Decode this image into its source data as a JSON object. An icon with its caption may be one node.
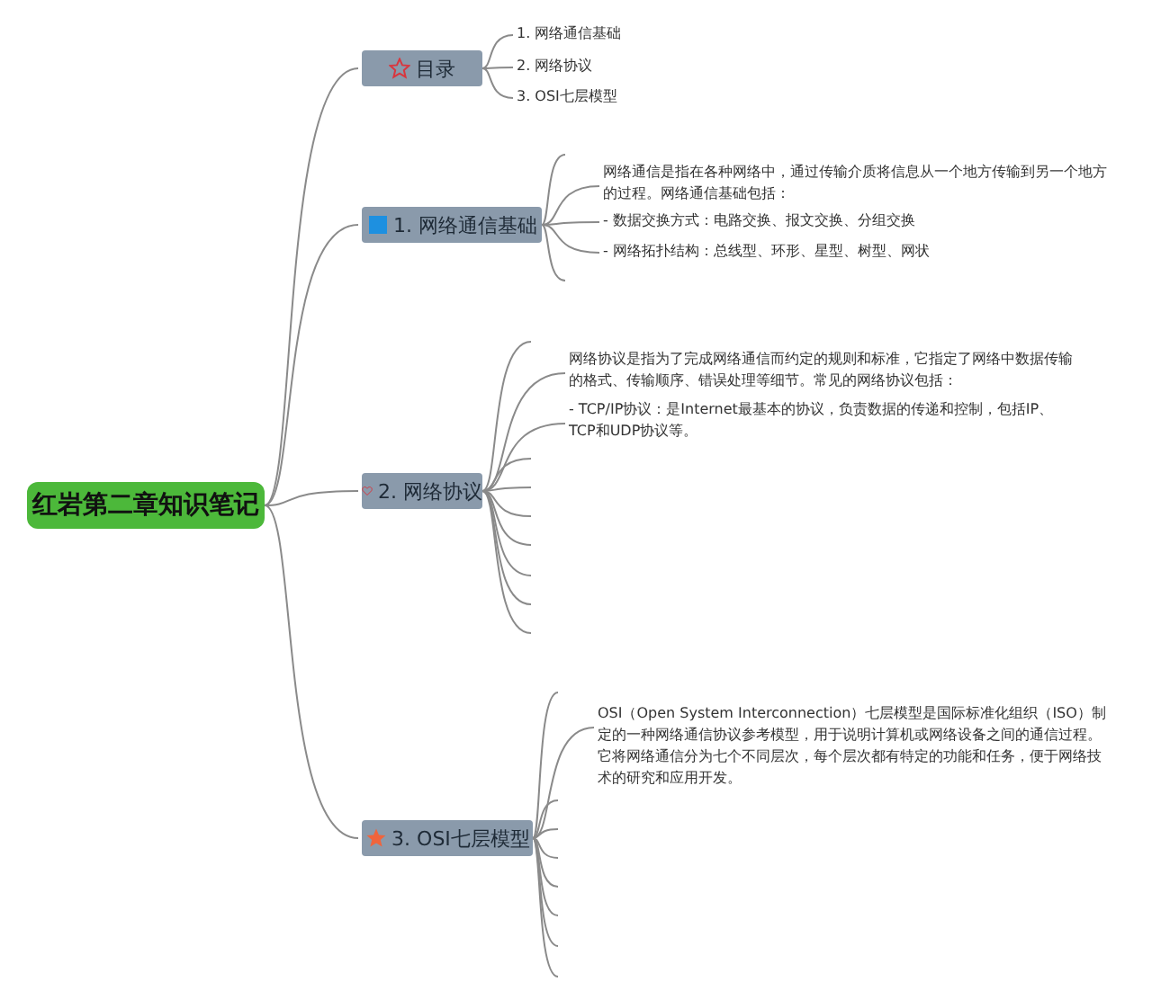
{
  "diagram": {
    "nodes": [
      {
        "text": [
          "红岩第二章知识笔记"
        ]
      },
      {
        "text": [
          "目录"
        ]
      },
      {
        "text": [
          "1. 网络通信基础"
        ]
      },
      {
        "text": [
          "2. 网络协议"
        ]
      },
      {
        "text": [
          "3. OSI七层模型"
        ]
      },
      {
        "text": [
          "1. 网络通信基础"
        ]
      },
      {
        "text": [
          "2. 网络协议"
        ]
      },
      {
        "text": [
          "3. OSI七层模型"
        ]
      },
      {
        "text": [
          "网络通信是指在各种网络中，通过传输介质将信息从一个地方传输到另一个地方的过程。网络通信基础包括："
        ]
      },
      {
        "text": [
          "- 数据交换方式：电路交换、报文交换、分组交换"
        ]
      },
      {
        "text": [
          "- 网络拓扑结构：总线型、环形、星型、树型、网状"
        ]
      },
      {
        "text": [
          "网络协议是指为了完成网络通信而约定的规则和标准，它指定了网络中数据传输的格式、传输顺序、错误处理等细节。常见的网络协议包括："
        ]
      },
      {
        "text": [
          "- TCP/IP协议：是Internet最基本的协议，负责数据的传递和控制，包括IP、TCP和UDP协议等。"
        ]
      },
      {
        "text": [
          "OSI（Open System Interconnection）七层模型是国际标准化组织（ISO）制定的一种网络通信协议参考模型，用于说明计算机或网络设备之间的通信过程。它将网络通信分为七个不同层次，每个层次都有特定的功能和任务，便于网络技术的研究和应用开发。"
        ]
      }
    ],
    "edges": [
      {
        "from": 0,
        "to": 1,
        "arrow": "none"
      },
      {
        "from": 0,
        "to": 2,
        "arrow": "none"
      },
      {
        "from": 0,
        "to": 3,
        "arrow": "none"
      },
      {
        "from": 0,
        "to": 4,
        "arrow": "none"
      },
      {
        "from": 1,
        "to": 5,
        "arrow": "none"
      },
      {
        "from": 1,
        "to": 6,
        "arrow": "none"
      },
      {
        "from": 1,
        "to": 7,
        "arrow": "none"
      },
      {
        "from": 2,
        "to": null,
        "arrow": "none"
      },
      {
        "from": 2,
        "to": 8,
        "arrow": "none"
      },
      {
        "from": 2,
        "to": 9,
        "arrow": "none"
      },
      {
        "from": 2,
        "to": 10,
        "arrow": "none"
      },
      {
        "from": 2,
        "to": null,
        "arrow": "none"
      },
      {
        "from": 3,
        "to": null,
        "arrow": "none"
      },
      {
        "from": 3,
        "to": 11,
        "arrow": "none"
      },
      {
        "from": 3,
        "to": 12,
        "arrow": "none"
      },
      {
        "from": 3,
        "to": null,
        "arrow": "none"
      },
      {
        "from": 3,
        "to": null,
        "arrow": "none"
      },
      {
        "from": 3,
        "to": null,
        "arrow": "none"
      },
      {
        "from": 3,
        "to": null,
        "arrow": "none"
      },
      {
        "from": 3,
        "to": null,
        "arrow": "none"
      },
      {
        "from": 3,
        "to": null,
        "arrow": "none"
      },
      {
        "from": 3,
        "to": null,
        "arrow": "none"
      },
      {
        "from": 4,
        "to": null,
        "arrow": "none"
      },
      {
        "from": 4,
        "to": 13,
        "arrow": "none"
      },
      {
        "from": 4,
        "to": null,
        "arrow": "none"
      },
      {
        "from": 4,
        "to": null,
        "arrow": "none"
      },
      {
        "from": 4,
        "to": null,
        "arrow": "none"
      },
      {
        "from": 4,
        "to": null,
        "arrow": "none"
      },
      {
        "from": 4,
        "to": null,
        "arrow": "none"
      },
      {
        "from": 4,
        "to": null,
        "arrow": "none"
      },
      {
        "from": 4,
        "to": null,
        "arrow": "none"
      }
    ]
  }
}
